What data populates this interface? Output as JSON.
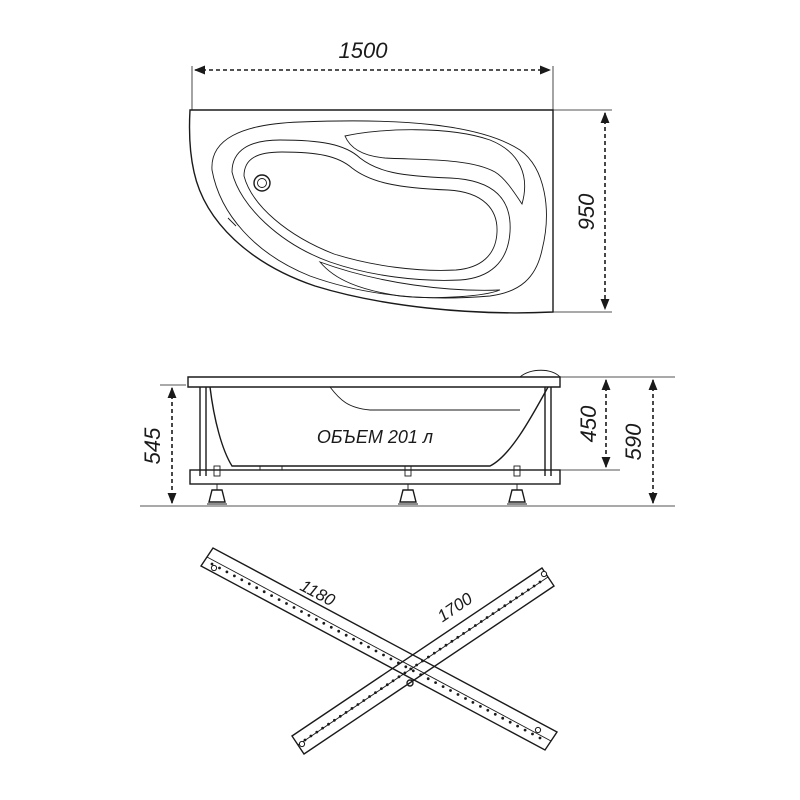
{
  "top_view": {
    "length": "1500",
    "width": "950"
  },
  "side_view": {
    "volume_label": "ОБЪЕМ 201 л",
    "apron_height": "545",
    "bowl_height": "450",
    "total_height": "590"
  },
  "frame_view": {
    "short_beam": "1180",
    "long_beam": "1700"
  }
}
